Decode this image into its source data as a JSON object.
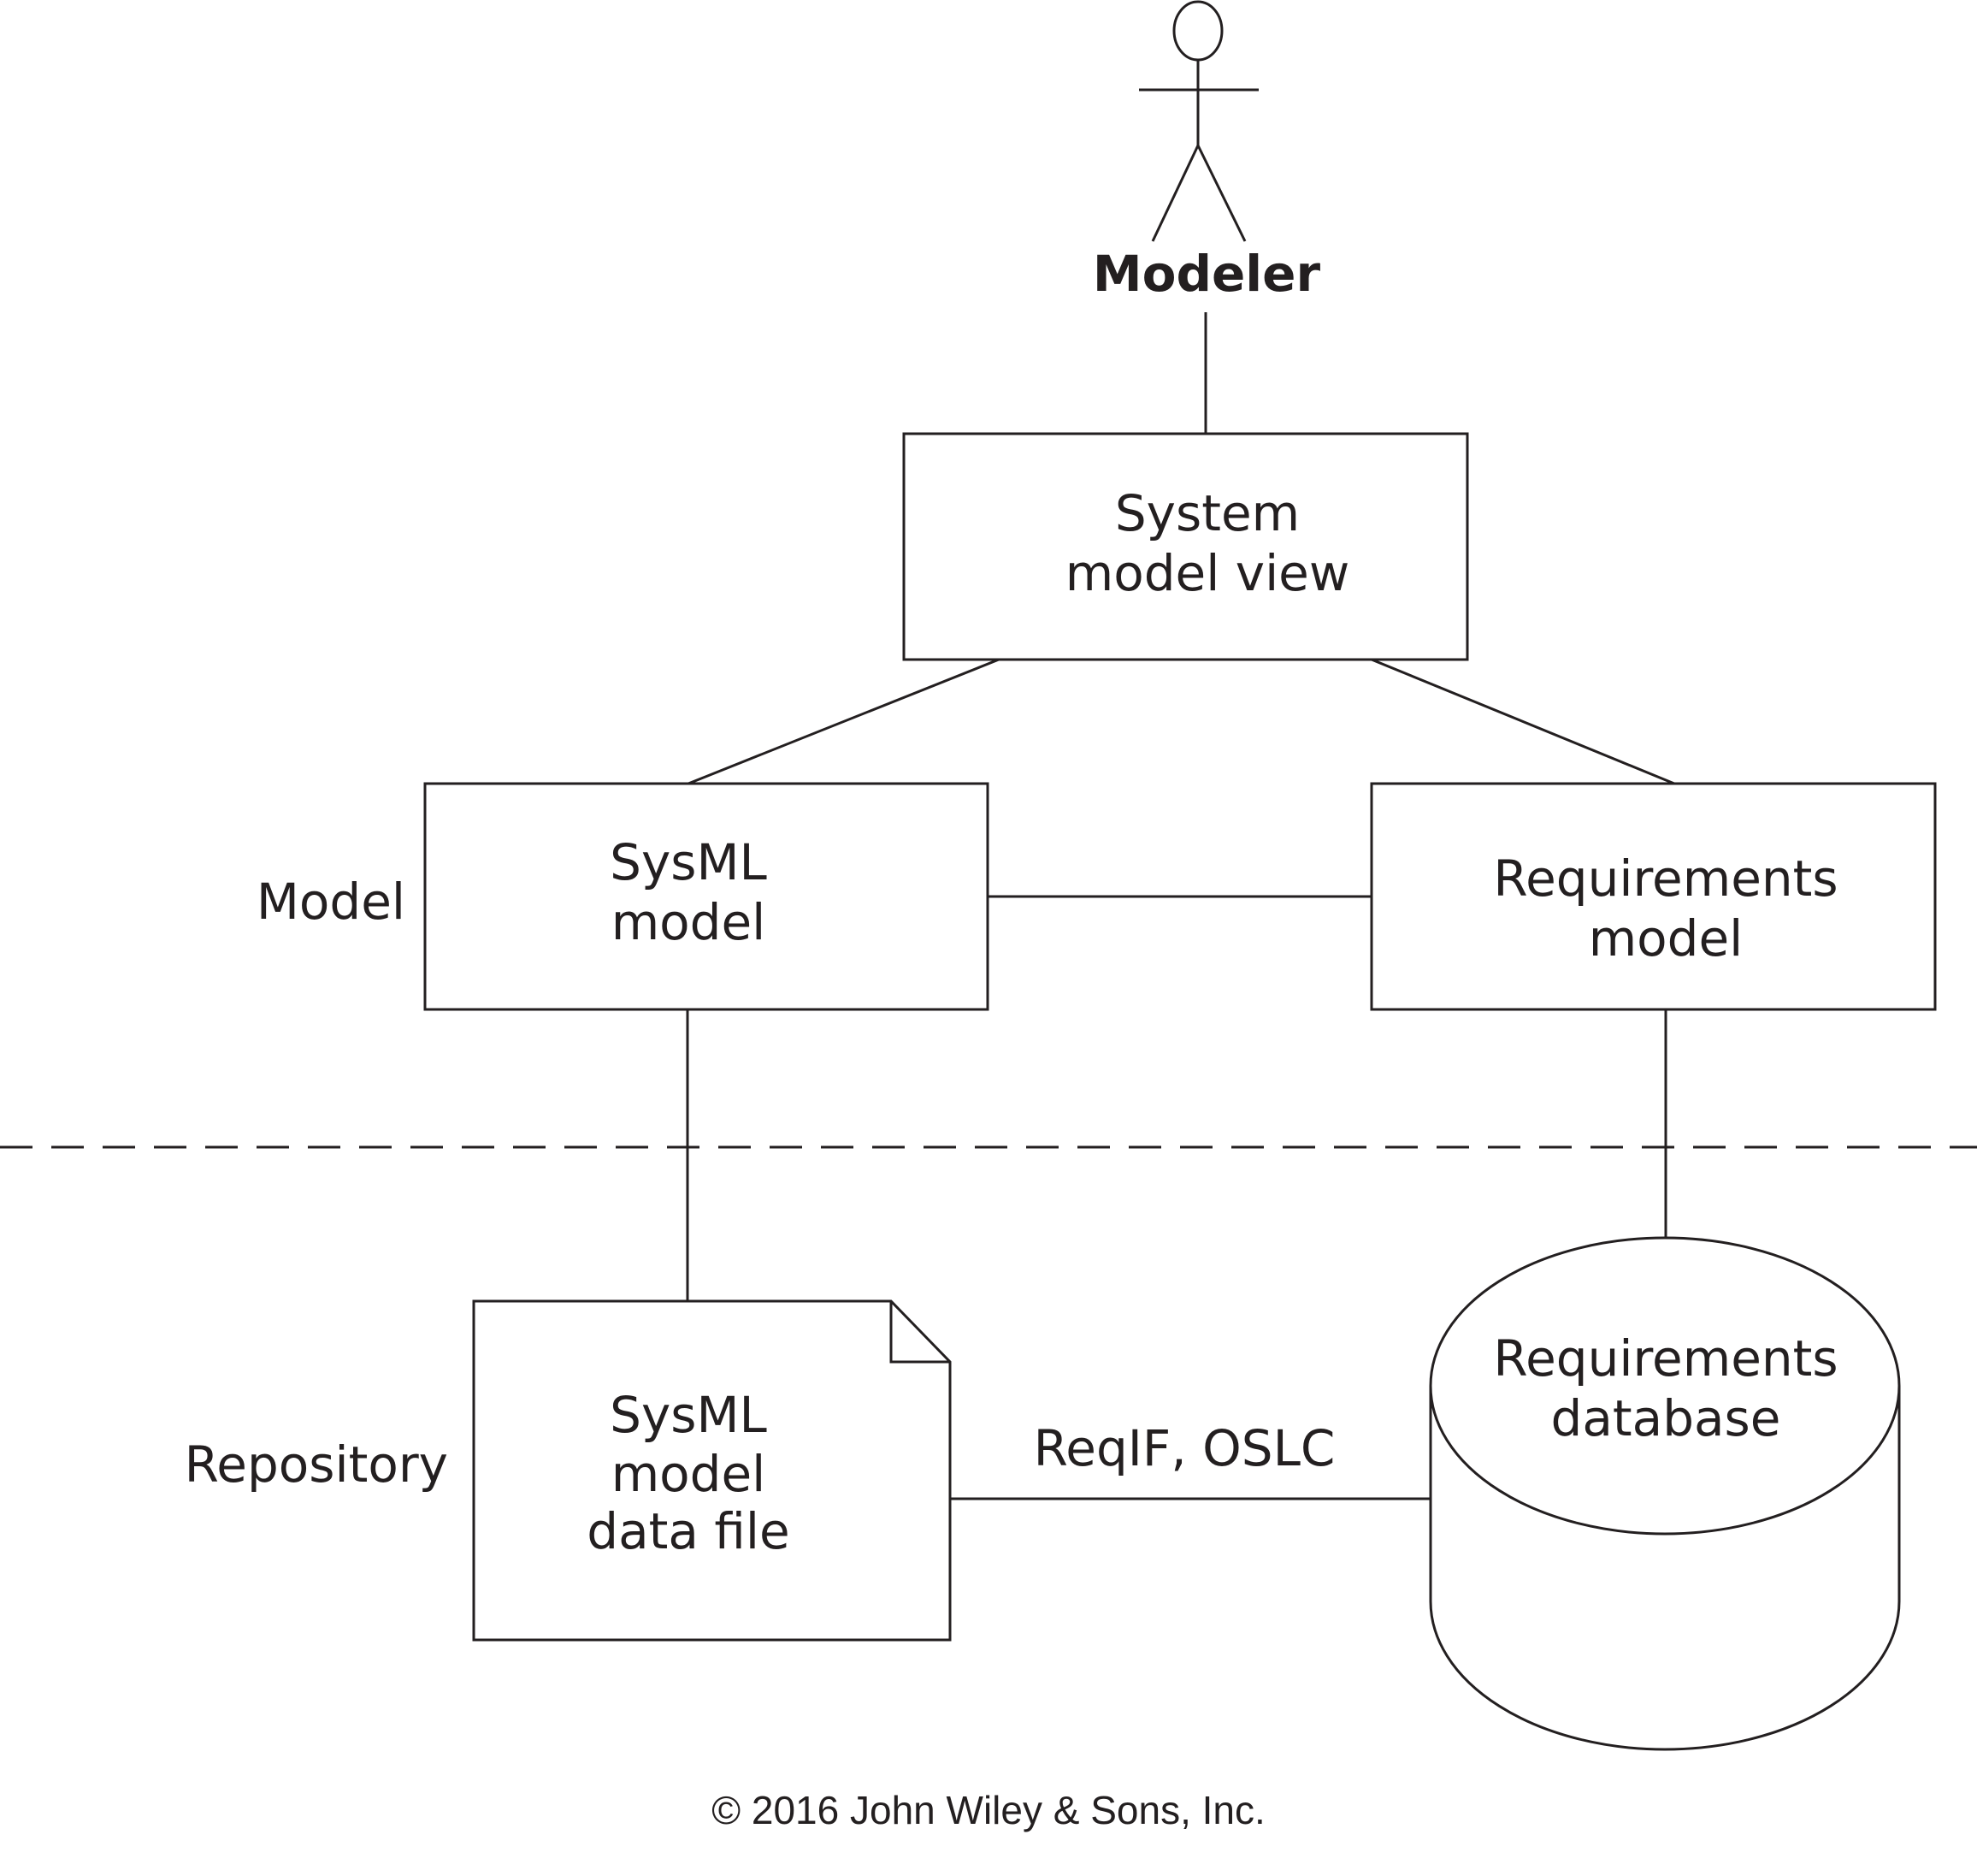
{
  "actor": {
    "label": "Modeler"
  },
  "nodes": {
    "system_view": {
      "lines": [
        "System",
        "model view"
      ]
    },
    "sysml_model": {
      "lines": [
        "SysML",
        "model"
      ]
    },
    "requirements_model": {
      "lines": [
        "Requirements",
        "model"
      ]
    },
    "sysml_file": {
      "lines": [
        "SysML",
        "model",
        "data file"
      ]
    },
    "requirements_db": {
      "lines": [
        "Requirements",
        "database"
      ]
    }
  },
  "layers": {
    "model": "Model",
    "repository": "Repository"
  },
  "edges": {
    "file_db_label": "ReqIF, OSLC"
  },
  "footer": {
    "copyright": "© 2016 John Wiley & Sons, Inc."
  }
}
